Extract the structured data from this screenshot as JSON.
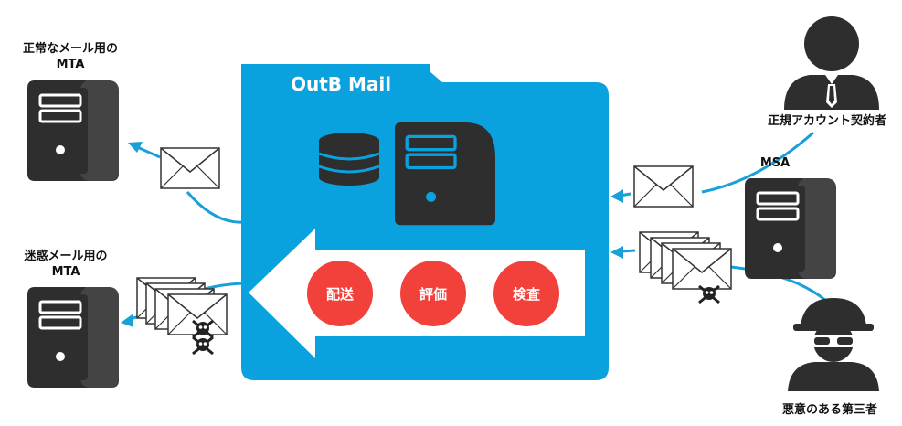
{
  "left": {
    "top_mta": {
      "line1": "正常なメール用の",
      "line2": "MTA"
    },
    "bottom_mta": {
      "line1": "迷惑メール用の",
      "line2": "MTA"
    }
  },
  "center": {
    "title": "OutB Mail",
    "steps": [
      "配送",
      "評価",
      "検査"
    ]
  },
  "right": {
    "user_label": "正規アカウント契約者",
    "msa_label": "MSA",
    "attacker_label": "悪意のある第三者"
  },
  "colors": {
    "panel_blue": "#0aa2de",
    "step_red": "#f2403a",
    "server_dark": "#2e2e2e",
    "line_blue": "#1aa0d8"
  }
}
